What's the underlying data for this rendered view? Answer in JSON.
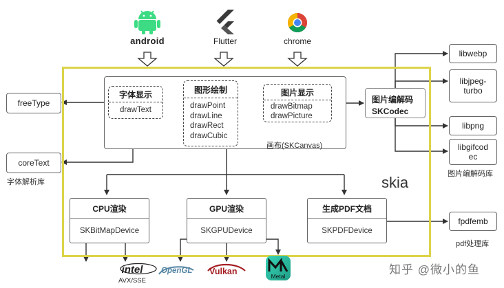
{
  "platforms": {
    "android": "android",
    "flutter": "Flutter",
    "chrome": "chrome"
  },
  "left_libs": {
    "freetype": "freeType",
    "coretext": "coreText",
    "caption": "字体解析库"
  },
  "canvas": {
    "font_display": {
      "title": "字体显示",
      "items": [
        "drawText"
      ]
    },
    "shape_draw": {
      "title": "图形绘制",
      "items": [
        "drawPoint",
        "drawLine",
        "drawRect",
        "drawCubic"
      ]
    },
    "image_display": {
      "title": "图片显示",
      "items": [
        "drawBitmap",
        "drawPicture"
      ]
    },
    "label": "画布(SKCanvas)"
  },
  "codec": {
    "title": "图片编解码",
    "subtitle": "SKCodec"
  },
  "right_libs": {
    "items": [
      "libwebp",
      "libjpeg-turbo",
      "libpng",
      "libgifcodec"
    ],
    "libjpeg_lines": [
      "libjpeg-",
      "turbo"
    ],
    "libgif_lines": [
      "libgifcod",
      "ec"
    ],
    "caption": "图片编解码库",
    "fpdfemb": "fpdfemb",
    "pdf_caption": "pdf处理库"
  },
  "skia_label": "skia",
  "devices": {
    "cpu": {
      "title": "CPU渲染",
      "name": "SKBitMapDevice"
    },
    "gpu": {
      "title": "GPU渲染",
      "name": "SKGPUDevice"
    },
    "pdf": {
      "title": "生成PDF文档",
      "name": "SKPDFDevice"
    }
  },
  "bottom_logos": {
    "intel": "intel",
    "intel_sub": "AVX/SSE",
    "opengl": "OpenGL",
    "vulkan": "Vulkan",
    "metal": "Metal"
  },
  "watermark": "知乎 @微小的鱼",
  "colors": {
    "android_green": "#3ddc84",
    "flutter_blue": "#4a4a4a",
    "frame_yellow": "#dcd34a",
    "vulkan_red": "#a41e22",
    "metal_teal": "#2ec4a7",
    "opengl_blue": "#5586a4"
  }
}
